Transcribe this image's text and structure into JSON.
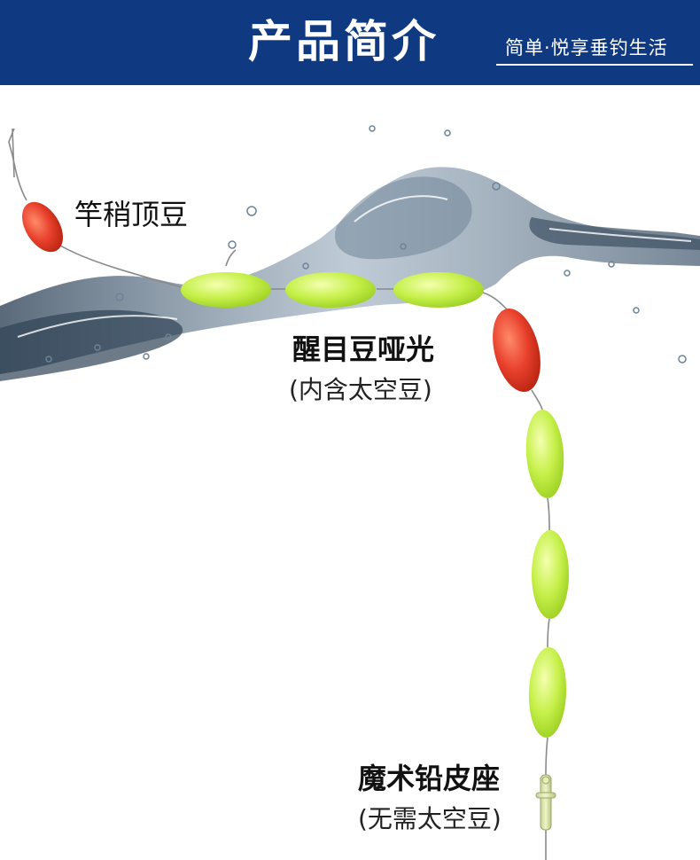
{
  "header": {
    "title": "产品简介",
    "slogan": "简单·悦享垂钓生活"
  },
  "labels": {
    "rod_tip": "竿稍顶豆",
    "glow_beans": "醒目豆哑光",
    "glow_beans_note": "(内含太空豆)",
    "lead_seat": "魔术铅皮座",
    "lead_seat_note": "(无需太空豆)"
  },
  "colors": {
    "header_bg": "#0f3a82",
    "red_bean": "#e8402c",
    "green_bean": "#c6f04a",
    "water": "#5a6e80"
  }
}
